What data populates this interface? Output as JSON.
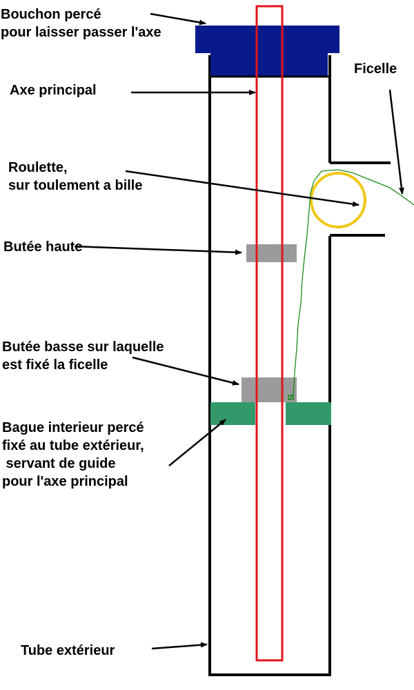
{
  "labels": {
    "bouchon": [
      "Bouchon percé",
      "pour laisser passer l'axe"
    ],
    "axe": [
      "Axe principal"
    ],
    "ficelle": [
      "Ficelle"
    ],
    "roulette": [
      "Roulette,",
      "sur toulement a bille"
    ],
    "butee_haute": [
      "Butée haute"
    ],
    "butee_basse": [
      "Butée basse sur laquelle",
      "est fixé la ficelle"
    ],
    "bague": [
      "Bague interieur percé",
      "fixé au tube extérieur,",
      " servant de guide",
      "pour l'axe principal"
    ],
    "tube": [
      "Tube extérieur"
    ]
  },
  "colors": {
    "outline": "#000000",
    "bouchon": "#0a1a8c",
    "axe": "#e0151b",
    "butee": "#9b9b9b",
    "bague": "#33996a",
    "roulette": "#f0c814",
    "ficelle": "#1a8a1a",
    "text": "#000000"
  }
}
